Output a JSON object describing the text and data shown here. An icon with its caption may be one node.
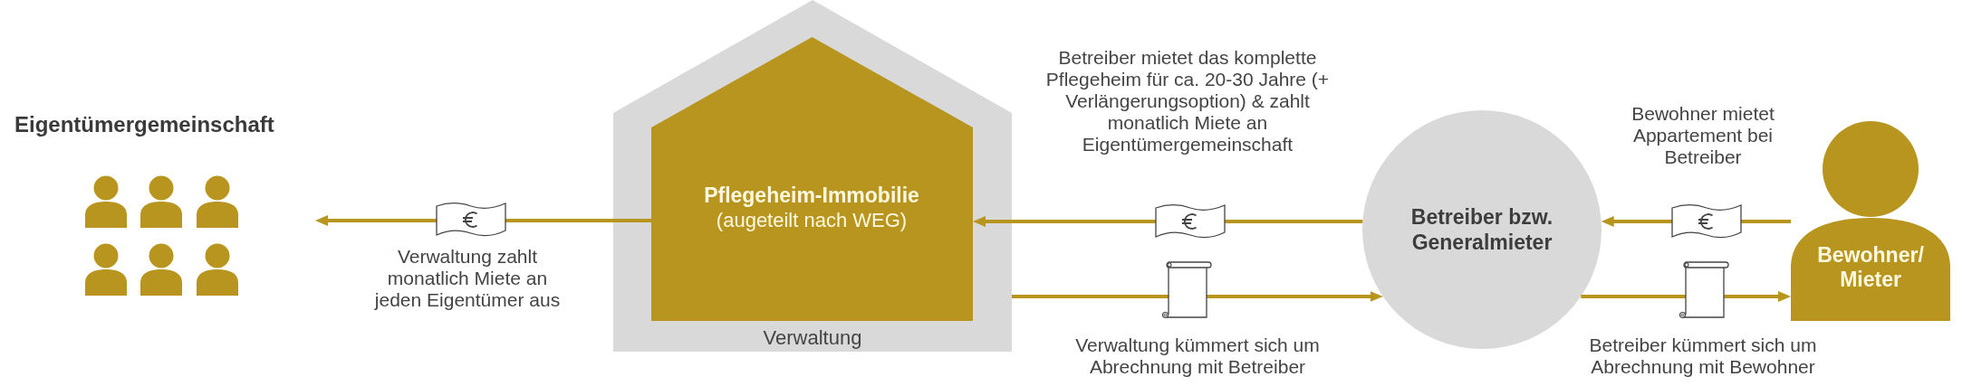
{
  "diagram": {
    "nodes": [
      {
        "text": [
          "Eigentümergemeinschaft"
        ]
      },
      {
        "text": [
          "Verwaltung"
        ]
      },
      {
        "text": [
          "Pflegeheim-Immobilie",
          "(augeteilt nach WEG)"
        ],
        "in": 1
      },
      {
        "text": [
          "Betreiber bzw. Generalmieter"
        ]
      },
      {
        "text": [
          "Bewohner/ Mieter"
        ]
      }
    ],
    "edges": [
      {
        "from": 2,
        "to": 0,
        "arrow": "to",
        "label": "Verwaltung zahlt monatlich Miete an jeden Eigentümer aus"
      },
      {
        "from": 3,
        "to": 2,
        "arrow": "to",
        "label": "Betreiber mietet das komplette Pflegeheim für ca. 20-30 Jahre (+ Verlängerungsoption) & zahlt monatlich Miete an Eigentümergemeinschaft"
      },
      {
        "from": 1,
        "to": 3,
        "arrow": "to",
        "label": "Verwaltung kümmert sich um Abrechnung mit Betreiber"
      },
      {
        "from": 4,
        "to": 3,
        "arrow": "to",
        "label": "Bewohner mietet Appartement bei Betreiber"
      },
      {
        "from": 3,
        "to": 4,
        "arrow": "to",
        "label": "Betreiber kümmert sich um Abrechnung mit Bewohner"
      }
    ]
  }
}
